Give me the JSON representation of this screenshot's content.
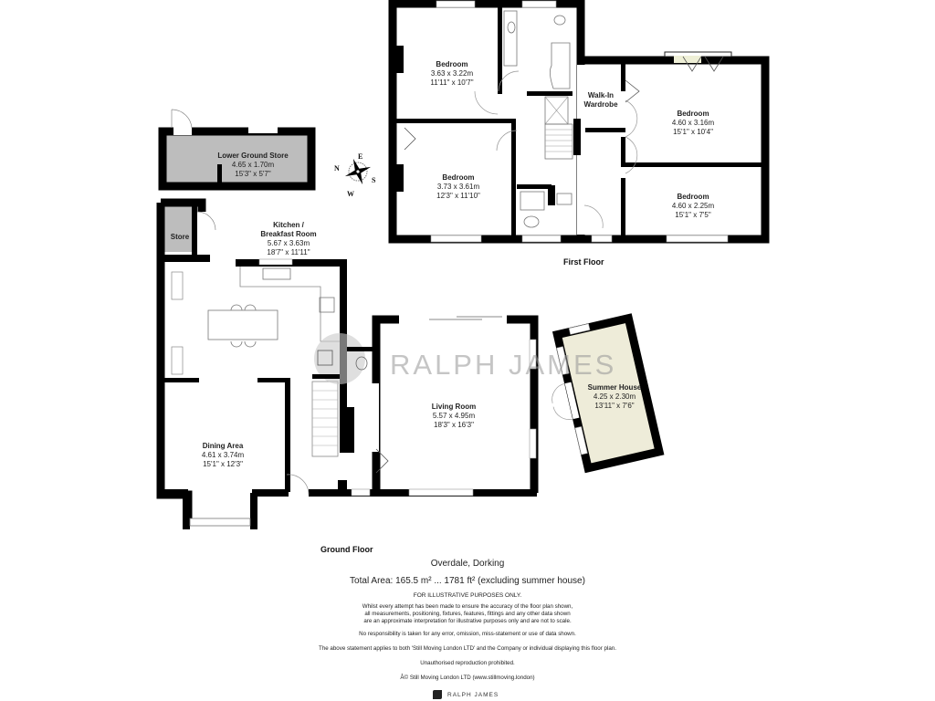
{
  "floors": {
    "ground_floor_label": "Ground Floor",
    "first_floor_label": "First Floor"
  },
  "rooms": {
    "first_floor": [
      {
        "name": "Bedroom",
        "metric": "3.63 x 3.22m",
        "imperial": "11'11\" x 10'7\""
      },
      {
        "name": "Bedroom",
        "metric": "3.73 x 3.61m",
        "imperial": "12'3\" x 11'10\""
      },
      {
        "name": "Walk-In Wardrobe",
        "line1": "Walk-In",
        "line2": "Wardrobe"
      },
      {
        "name": "Bedroom",
        "metric": "4.60 x 3.16m",
        "imperial": "15'1\" x 10'4\""
      },
      {
        "name": "Bedroom",
        "metric": "4.60 x 2.25m",
        "imperial": "15'1\" x 7'5\""
      }
    ],
    "ground_floor": [
      {
        "name": "Lower Ground Store",
        "metric": "4.65 x 1.70m",
        "imperial": "15'3\" x 5'7\""
      },
      {
        "name": "Store"
      },
      {
        "name": "Kitchen / Breakfast Room",
        "line1": "Kitchen /",
        "line2": "Breakfast Room",
        "metric": "5.67 x 3.63m",
        "imperial": "18'7\" x 11'11\""
      },
      {
        "name": "Dining Area",
        "metric": "4.61 x 3.74m",
        "imperial": "15'1\" x 12'3\""
      },
      {
        "name": "Living Room",
        "metric": "5.57 x 4.95m",
        "imperial": "18'3\" x 16'3\""
      },
      {
        "name": "Summer House",
        "metric": "4.25 x 2.30m",
        "imperial": "13'11\" x 7'6\""
      }
    ]
  },
  "compass": {
    "n": "N",
    "e": "E",
    "s": "S",
    "w": "W"
  },
  "watermark": "RALPH JAMES",
  "info": {
    "address": "Overdale, Dorking",
    "total_area": "Total Area: 165.5 m² ... 1781 ft² (excluding summer house)",
    "illustrative": "FOR ILLUSTRATIVE PURPOSES ONLY.",
    "disclaimer_1": "Whilst every attempt has been made to ensure the accuracy of the floor plan shown,",
    "disclaimer_2": "all measurements, positioning, fixtures, features, fittings and any other data shown",
    "disclaimer_3": "are an approximate interpretation for illustrative purposes only and are not to scale.",
    "no_responsibility": "No responsibility is taken for any error, omission, miss-statement or use of data shown.",
    "applies": "The above statement applies to both 'Still Moving London LTD' and the Company or individual displaying this floor plan.",
    "unauthorised": "Unauthorised reproduction prohibited.",
    "copyright": "Â© Still Moving London LTD (www.stillmoving.london)"
  },
  "footer": {
    "brand": "RALPH JAMES"
  },
  "colors": {
    "wall": "#000000",
    "store_fill": "#bdbdbd",
    "summer_house_fill": "#eeecd9",
    "watermark": "#969696"
  }
}
